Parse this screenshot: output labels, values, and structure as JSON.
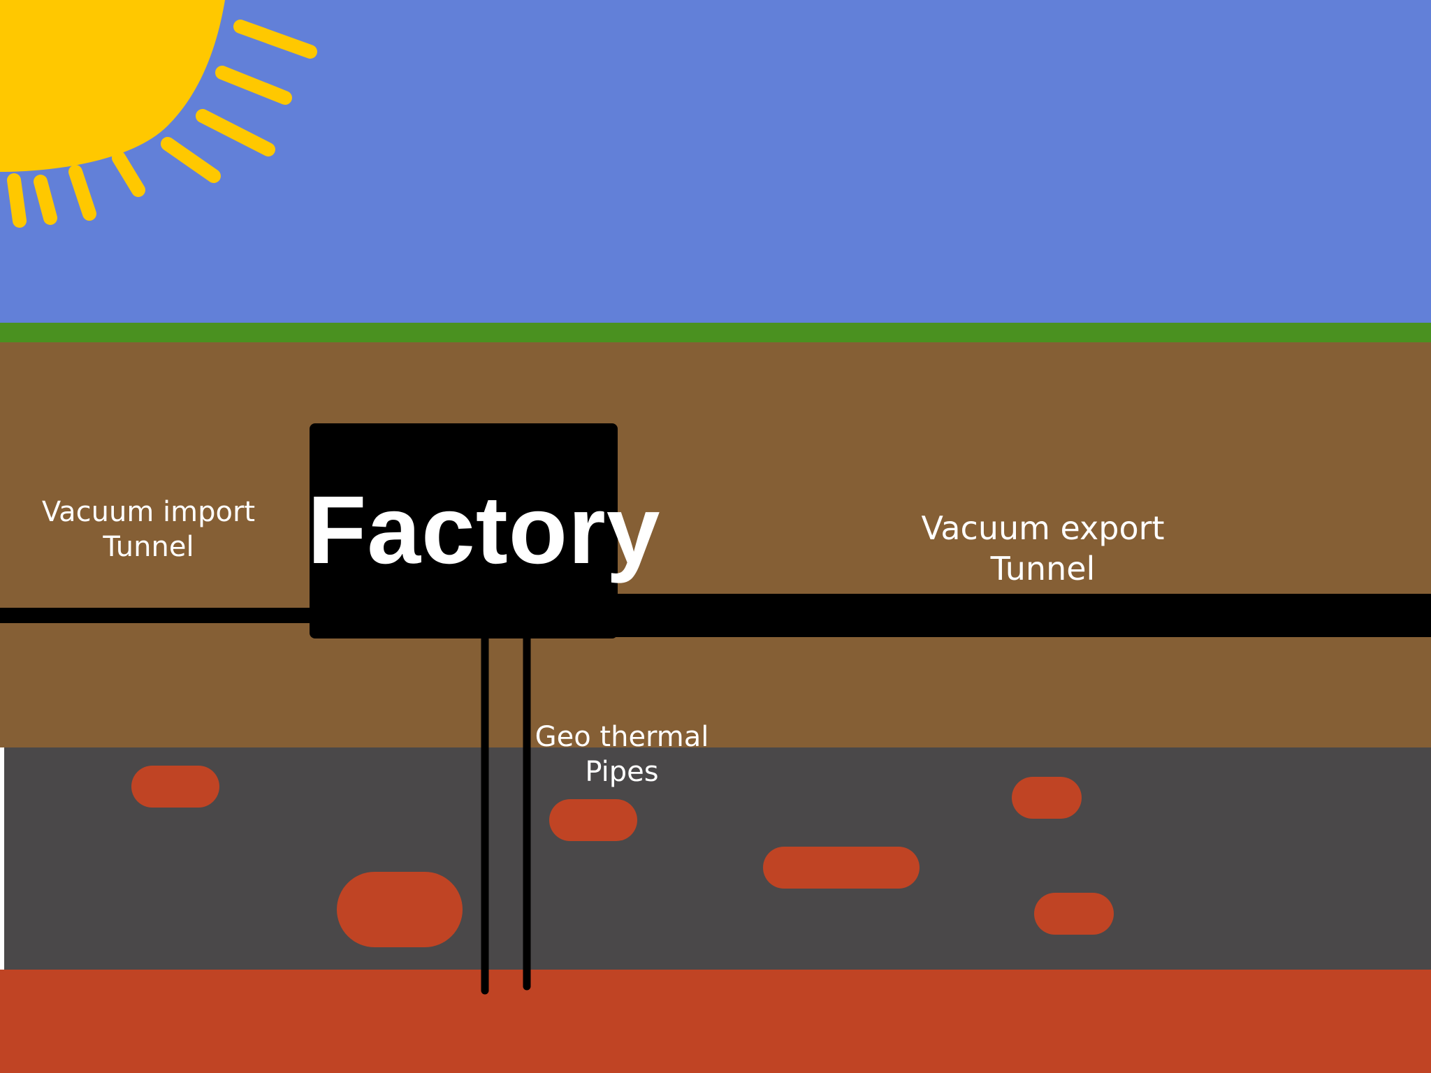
{
  "labels": {
    "factory": "Factory",
    "import_tunnel": [
      "Vacuum import",
      "Tunnel"
    ],
    "export_tunnel": [
      "Vacuum export",
      "Tunnel"
    ],
    "geothermal_pipes": [
      "Geo thermal",
      "Pipes"
    ]
  },
  "colors": {
    "sky": "#6280d8",
    "grass": "#4a9120",
    "soil": "#855f35",
    "rock": "#4a4849",
    "magma": "#c04424",
    "sun": "#ffc800",
    "structure": "#000000",
    "text": "#ffffff"
  },
  "icons": [
    "sun-icon"
  ]
}
